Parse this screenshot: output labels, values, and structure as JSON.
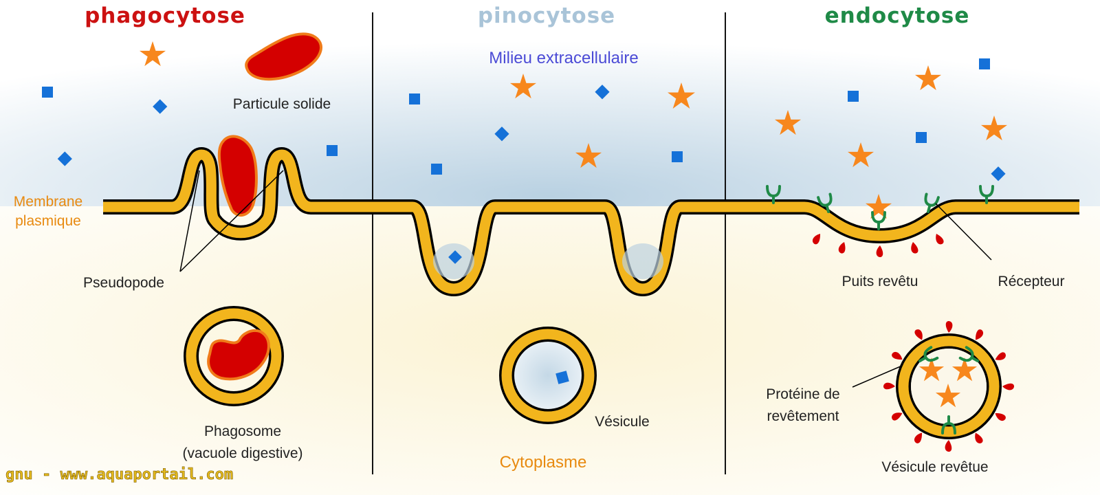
{
  "titles": {
    "phagocytose": "phagocytose",
    "pinocytose": "pinocytose",
    "endocytose": "endocytose"
  },
  "labels": {
    "particule_solide": "Particule solide",
    "membrane_line1": "Membrane",
    "membrane_line2": "plasmique",
    "pseudopode": "Pseudopode",
    "phagosome_line1": "Phagosome",
    "phagosome_line2": "(vacuole digestive)",
    "milieu_extracellulaire": "Milieu extracellulaire",
    "vesicule": "Vésicule",
    "cytoplasme": "Cytoplasme",
    "puits_revetu": "Puits revêtu",
    "recepteur": "Récepteur",
    "proteine_line1": "Protéine de",
    "proteine_line2": "revêtement",
    "vesicule_revetue": "Vésicule revêtue"
  },
  "watermark": "gnu - www.aquaportail.com",
  "colors": {
    "phagocytose_title": "#cc1111",
    "pinocytose_title": "#a9c4d8",
    "endocytose_title": "#1f8a47",
    "membrane_fill": "#f2b51d",
    "membrane_outline": "#000000",
    "particle_red": "#d40000",
    "particle_outline": "#f07b1a",
    "star_orange": "#f7871d",
    "square_blue": "#1571d8",
    "receptor_green": "#1f8a47",
    "coat_red": "#d40000",
    "label_orange": "#e88a10",
    "label_blue": "#4b4bd6",
    "watermark": "#e3b91e"
  }
}
